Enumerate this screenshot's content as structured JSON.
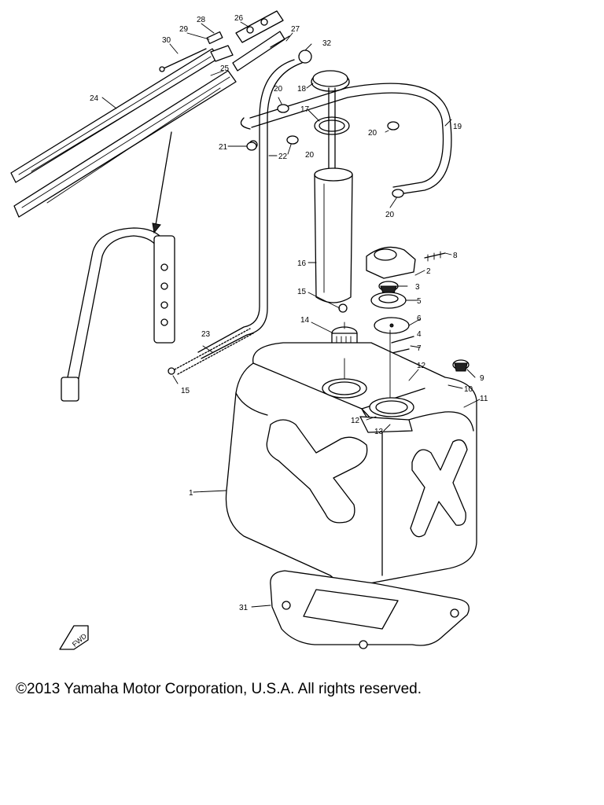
{
  "copyright": "©2013 Yamaha Motor Corporation, U.S.A. All rights reserved.",
  "callouts": {
    "c1": "1",
    "c2": "2",
    "c3": "3",
    "c4": "4",
    "c5": "5",
    "c6": "6",
    "c7": "7",
    "c8": "8",
    "c9": "9",
    "c10": "10",
    "c11": "11",
    "c12a": "12",
    "c12b": "12",
    "c13": "13",
    "c14": "14",
    "c15a": "15",
    "c15b": "15",
    "c16": "16",
    "c17": "17",
    "c18": "18",
    "c19": "19",
    "c20a": "20",
    "c20b": "20",
    "c20c": "20",
    "c20d": "20",
    "c21": "21",
    "c22": "22",
    "c23": "23",
    "c24": "24",
    "c25": "25",
    "c26": "26",
    "c27": "27",
    "c28": "28",
    "c29": "29",
    "c30": "30",
    "c31": "31",
    "c32": "32"
  },
  "front_marker": "FWD"
}
